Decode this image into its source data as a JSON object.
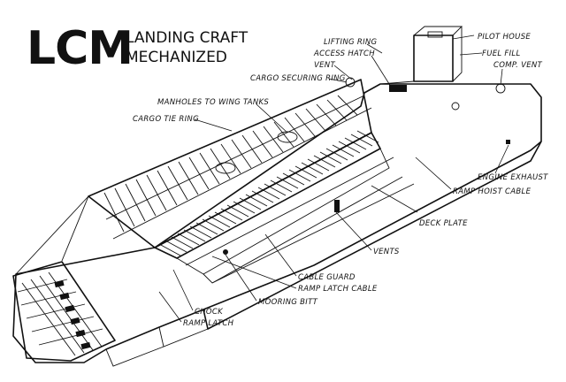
{
  "title": {
    "abbr": "LCM",
    "line1": "LANDING CRAFT",
    "line2": "MECHANIZED"
  },
  "callouts": [
    {
      "id": "pilot-house",
      "label": "PILOT HOUSE"
    },
    {
      "id": "lifting-ring",
      "label": "LIFTING RING"
    },
    {
      "id": "access-hatch",
      "label": "ACCESS HATCH"
    },
    {
      "id": "vent-top",
      "label": "VENT"
    },
    {
      "id": "fuel-fill",
      "label": "FUEL FILL"
    },
    {
      "id": "comp-vent",
      "label": "COMP. VENT"
    },
    {
      "id": "cargo-securing-ring",
      "label": "CARGO SECURING RING"
    },
    {
      "id": "manholes",
      "label": "MANHOLES TO WING TANKS"
    },
    {
      "id": "cargo-tie-ring",
      "label": "CARGO TIE RING"
    },
    {
      "id": "engine-exhaust",
      "label": "ENGINE EXHAUST"
    },
    {
      "id": "ramp-hoist-cable",
      "label": "RAMP HOIST CABLE"
    },
    {
      "id": "deck-plate",
      "label": "DECK PLATE"
    },
    {
      "id": "vents",
      "label": "VENTS"
    },
    {
      "id": "cable-guard",
      "label": "CABLE GUARD"
    },
    {
      "id": "ramp-latch-cable",
      "label": "RAMP LATCH CABLE"
    },
    {
      "id": "mooring-bitt",
      "label": "MOORING BITT"
    },
    {
      "id": "chock",
      "label": "CHOCK"
    },
    {
      "id": "ramp-latch",
      "label": "RAMP LATCH"
    }
  ]
}
